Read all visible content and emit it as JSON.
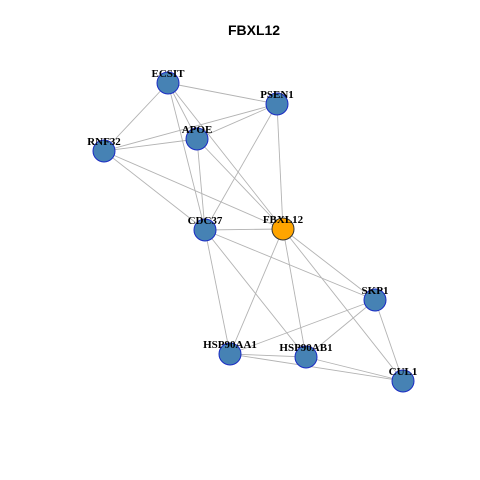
{
  "title": "FBXL12",
  "colors": {
    "background": "#ffffff",
    "edge": "#b3b3b3",
    "node_default": "#4682b4",
    "node_border": "#1a2bc4",
    "node_focus": "#ffa500",
    "node_focus_border": "#333333",
    "label": "#000000"
  },
  "nodes": [
    {
      "id": "ECSIT",
      "label": "ECSIT",
      "focus": false
    },
    {
      "id": "PSEN1",
      "label": "PSEN1",
      "focus": false
    },
    {
      "id": "RNF32",
      "label": "RNF32",
      "focus": false
    },
    {
      "id": "APOE",
      "label": "APOE",
      "focus": false
    },
    {
      "id": "CDC37",
      "label": "CDC37",
      "focus": false
    },
    {
      "id": "FBXL12",
      "label": "FBXL12",
      "focus": true
    },
    {
      "id": "SKP1",
      "label": "SKP1",
      "focus": false
    },
    {
      "id": "HSP90AA1",
      "label": "HSP90AA1",
      "focus": false
    },
    {
      "id": "HSP90AB1",
      "label": "HSP90AB1",
      "focus": false
    },
    {
      "id": "CUL1",
      "label": "CUL1",
      "focus": false
    }
  ],
  "edges": [
    [
      "ECSIT",
      "PSEN1"
    ],
    [
      "ECSIT",
      "RNF32"
    ],
    [
      "ECSIT",
      "APOE"
    ],
    [
      "ECSIT",
      "CDC37"
    ],
    [
      "ECSIT",
      "FBXL12"
    ],
    [
      "PSEN1",
      "RNF32"
    ],
    [
      "PSEN1",
      "APOE"
    ],
    [
      "PSEN1",
      "CDC37"
    ],
    [
      "PSEN1",
      "FBXL12"
    ],
    [
      "RNF32",
      "APOE"
    ],
    [
      "RNF32",
      "CDC37"
    ],
    [
      "RNF32",
      "FBXL12"
    ],
    [
      "APOE",
      "CDC37"
    ],
    [
      "APOE",
      "FBXL12"
    ],
    [
      "CDC37",
      "FBXL12"
    ],
    [
      "CDC37",
      "SKP1"
    ],
    [
      "CDC37",
      "HSP90AA1"
    ],
    [
      "CDC37",
      "HSP90AB1"
    ],
    [
      "FBXL12",
      "SKP1"
    ],
    [
      "FBXL12",
      "CUL1"
    ],
    [
      "FBXL12",
      "HSP90AA1"
    ],
    [
      "FBXL12",
      "HSP90AB1"
    ],
    [
      "SKP1",
      "CUL1"
    ],
    [
      "SKP1",
      "HSP90AA1"
    ],
    [
      "SKP1",
      "HSP90AB1"
    ],
    [
      "HSP90AA1",
      "HSP90AB1"
    ],
    [
      "HSP90AA1",
      "CUL1"
    ],
    [
      "HSP90AB1",
      "CUL1"
    ]
  ]
}
